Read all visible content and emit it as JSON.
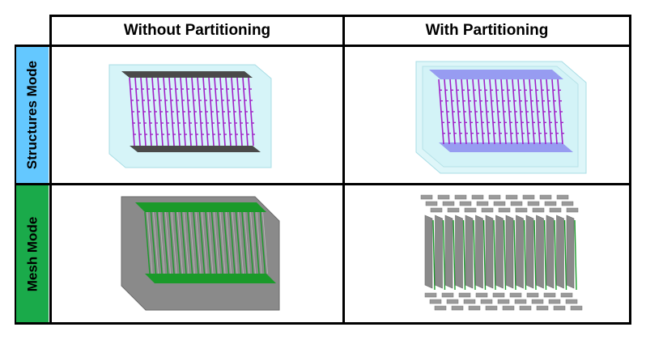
{
  "columns": [
    {
      "label": "Without Partitioning"
    },
    {
      "label": "With Partitioning"
    }
  ],
  "rows": [
    {
      "label": "Structures Mode",
      "color": "#64c8ff"
    },
    {
      "label": "Mesh Mode",
      "color": "#1aaa4a"
    }
  ],
  "colors": {
    "structure": "#a020c8",
    "glass": "#c8f0f5",
    "plate": "#4a4a4a",
    "partition": "#8c8cf0",
    "mesh_gray": "#8a8a8a",
    "mesh_green": "#1a9a2a"
  }
}
